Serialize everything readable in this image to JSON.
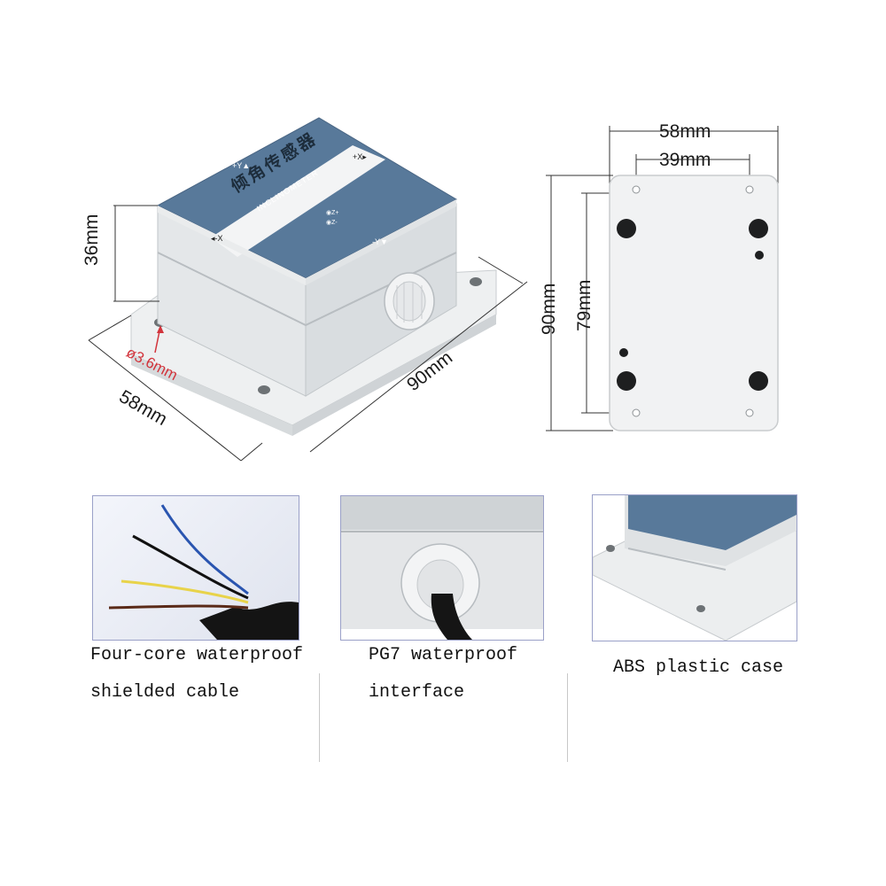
{
  "main_product": {
    "dimension_height": "36mm",
    "dimension_width": "58mm",
    "dimension_length": "90mm",
    "hole_diameter": "ø3.6mm",
    "lid_title_cn": "倾角传感器",
    "lid_title_en": "INCLINOMETER",
    "axis_plus_y": "+Y▲",
    "axis_plus_x": "+X▸",
    "axis_minus_x": "◂-X",
    "axis_minus_y": "-Y▼",
    "axis_plus_z": "◉Z+",
    "axis_minus_z": "◉Z-"
  },
  "bottom_view": {
    "outer_width": "58mm",
    "hole_spacing_width": "39mm",
    "outer_height": "90mm",
    "hole_spacing_height": "79mm"
  },
  "features": [
    {
      "line1": "Four-core waterproof",
      "line2": "shielded cable"
    },
    {
      "line1": "PG7 waterproof",
      "line2": "interface"
    },
    {
      "line1": "ABS plastic case",
      "line2": ""
    }
  ],
  "colors": {
    "lid_blue": "#58799a",
    "case_grey": "#e9ebec",
    "dimension_red": "#d2343c"
  }
}
